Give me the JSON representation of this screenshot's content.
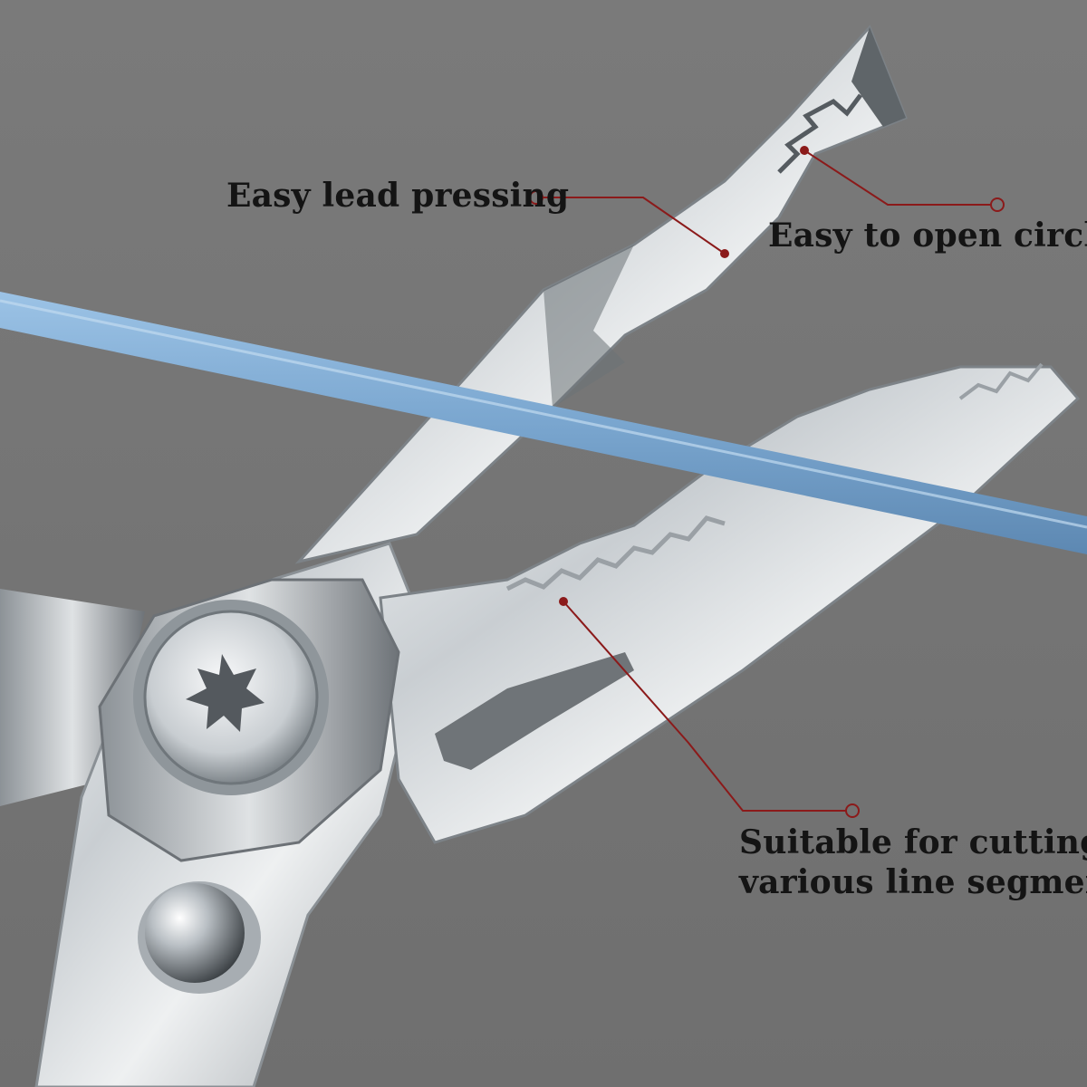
{
  "callouts": {
    "lead_pressing": "Easy lead pressing",
    "open_circles": "Easy to open circles",
    "cutting_line1": "Suitable for cutting",
    "cutting_line2": "various line segments"
  },
  "colors": {
    "background": "#7b7b7b",
    "leader_line": "#8b1a1a",
    "cord": "#7ea9cf",
    "steel": "#d9dde0",
    "text": "#141414"
  },
  "icons": {
    "pivot_screw": "star-screw-icon",
    "rivet": "rivet-icon",
    "callout_marker": "circle-marker-icon"
  }
}
